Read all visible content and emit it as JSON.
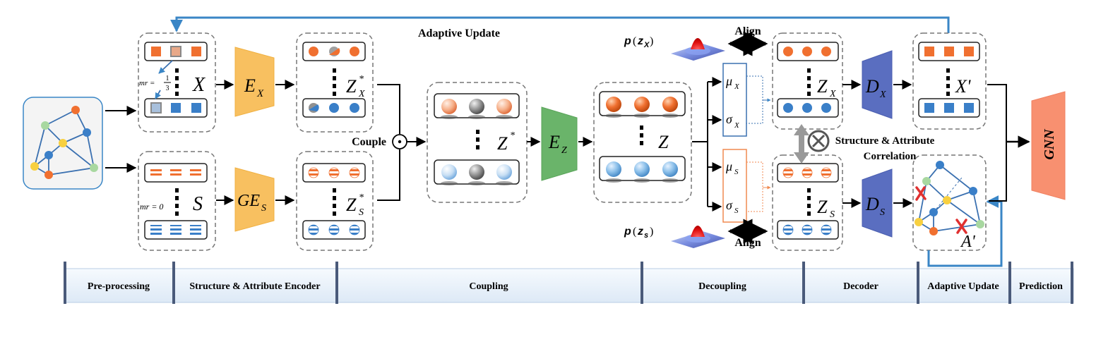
{
  "labels": {
    "adaptive_update_top": "Adaptive Update",
    "couple": "Couple",
    "align_top": "Align",
    "align_bottom": "Align",
    "correlation_line1": "Structure & Attribute",
    "correlation_line2": "Correlation",
    "mr_top": "mr =",
    "mr_top_num": "1",
    "mr_top_den": "3",
    "mr_bottom": "mr = 0",
    "gnn": "GNN"
  },
  "math": {
    "X": "X",
    "S": "S",
    "EX_base": "E",
    "EX_sub": "X",
    "GES_base": "GE",
    "GES_sub": "S",
    "ZXs_base": "Z",
    "ZXs_sup": "*",
    "ZXs_sub": "X",
    "ZSs_base": "Z",
    "ZSs_sup": "*",
    "ZSs_sub": "S",
    "Zstar_base": "Z",
    "Zstar_sup": "*",
    "EZ_base": "E",
    "EZ_sub": "Z",
    "Z": "Z",
    "muX_base": "μ",
    "muX_sub": "X",
    "sigmaX_base": "σ",
    "sigmaX_sub": "X",
    "muS_base": "μ",
    "muS_sub": "S",
    "sigmaS_base": "σ",
    "sigmaS_sub": "S",
    "ZX_base": "Z",
    "ZX_sub": "X",
    "ZS_base": "Z",
    "ZS_sub": "S",
    "DX_base": "D",
    "DX_sub": "X",
    "DS_base": "D",
    "DS_sub": "S",
    "Xprime": "X'",
    "Aprime": "A'",
    "pzx_p": "p",
    "pzx_z": "z",
    "pzx_sub": "X",
    "pzs_p": "p",
    "pzs_z": "z",
    "pzs_sub": "s"
  },
  "stages": [
    {
      "label": "Pre-processing"
    },
    {
      "label": "Structure & Attribute Encoder"
    },
    {
      "label": "Coupling"
    },
    {
      "label": "Decoupling"
    },
    {
      "label": "Decoder"
    },
    {
      "label": "Adaptive Update"
    },
    {
      "label": "Prediction"
    }
  ],
  "colors": {
    "orange": "#f07030",
    "blue": "#3a7fc8",
    "encoder": "#f8c060",
    "ez_green": "#6ab46a",
    "decoder": "#5a6ec0",
    "gnn": "#f89070",
    "arrow_blue": "#3a86c6",
    "stage_bg": "#e9f2fb",
    "stage_border": "#4a5a7a"
  }
}
